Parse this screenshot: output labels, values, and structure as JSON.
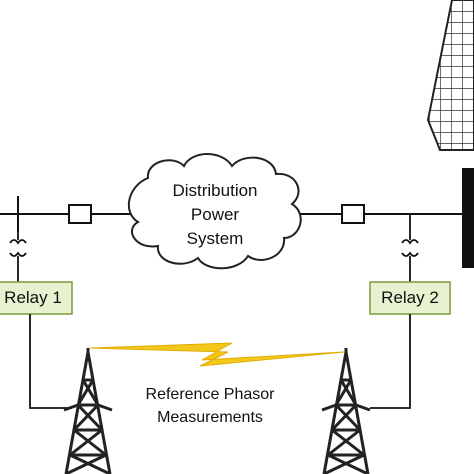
{
  "cloud": {
    "line1": "Distribution",
    "line2": "Power",
    "line3": "System"
  },
  "relays": [
    {
      "label": "Relay 1"
    },
    {
      "label": "Relay 2"
    }
  ],
  "reference": {
    "line1": "Reference Phasor",
    "line2": "Measurements"
  },
  "colors": {
    "relay_fill": "#e9f2d0",
    "relay_border": "#7a9a3a",
    "lightning": "#f4c71c",
    "line": "#111111"
  }
}
